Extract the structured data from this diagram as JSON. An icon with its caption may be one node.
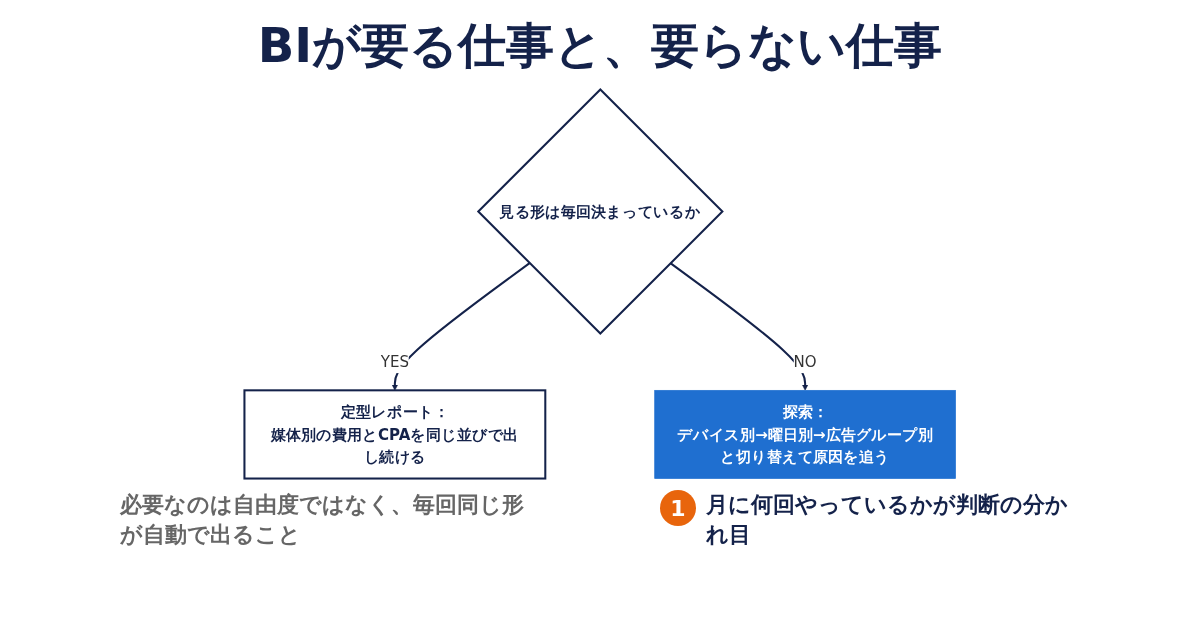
{
  "diagram": {
    "title": "BIが要る仕事と、要らない仕事",
    "nodes": [
      {
        "text": [
          "見る形は毎回決まっているか"
        ]
      },
      {
        "text": [
          "定型レポート：",
          "媒体別の費用とCPAを同じ並びで出し続ける"
        ],
        "beside": [
          "必要なのは自由度ではなく、毎回同じ形が自動で出ること"
        ]
      },
      {
        "text": [
          "探索：",
          "デバイス別→曜日別→広告グループ別と切り替えて原因を追う"
        ],
        "beside": [
          "1",
          "月に何回やっているかが判断の分かれ目"
        ]
      }
    ],
    "edges": [
      {
        "from": 0,
        "to": 1,
        "arrow": "to",
        "label": "YES"
      },
      {
        "from": 0,
        "to": 2,
        "arrow": "to",
        "label": "NO"
      }
    ]
  }
}
